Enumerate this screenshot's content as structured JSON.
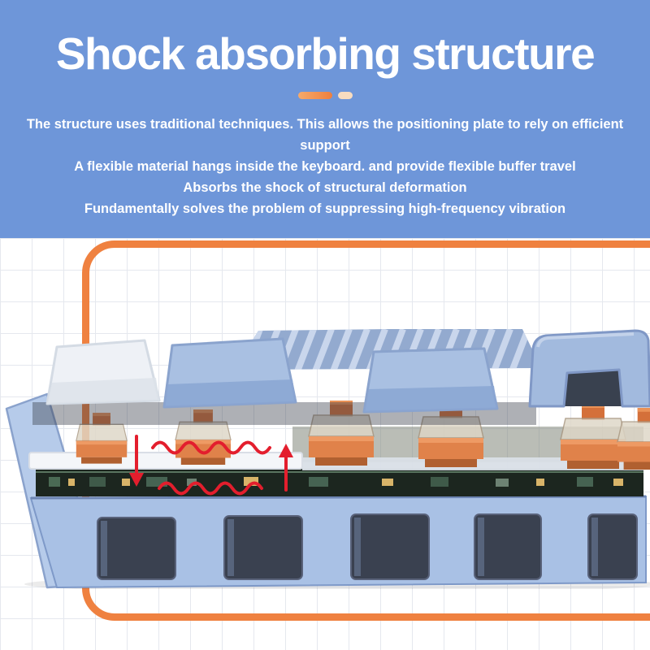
{
  "header": {
    "title": "Shock absorbing structure",
    "description_lines": [
      "The structure uses traditional techniques. This allows the positioning plate to rely on efficient support",
      "A flexible material hangs inside the keyboard. and provide flexible buffer travel",
      "Absorbs the shock of structural deformation",
      "Fundamentally solves the problem of suppressing high-frequency vibration"
    ]
  },
  "figure": {
    "alt": "Cutaway 3D render of a mechanical keyboard showing keycaps, orange switches, flexible plate, PCB and hollow case pockets",
    "annotations": {
      "down_arrow": "downward press force",
      "up_arrow": "upward rebound force",
      "waves": "absorbed vibration waves"
    }
  },
  "colors": {
    "hero_bg": "#6e96d9",
    "accent_orange": "#ef8140",
    "annotation_red": "#e31e2d",
    "grid_line": "#e5e8ee",
    "keycap_blue": "#a9c0e2",
    "keycap_white": "#eef1f6",
    "switch_orange": "#e0824a",
    "pcb_dark": "#1c261f",
    "case_blue": "#a9c1e5"
  }
}
